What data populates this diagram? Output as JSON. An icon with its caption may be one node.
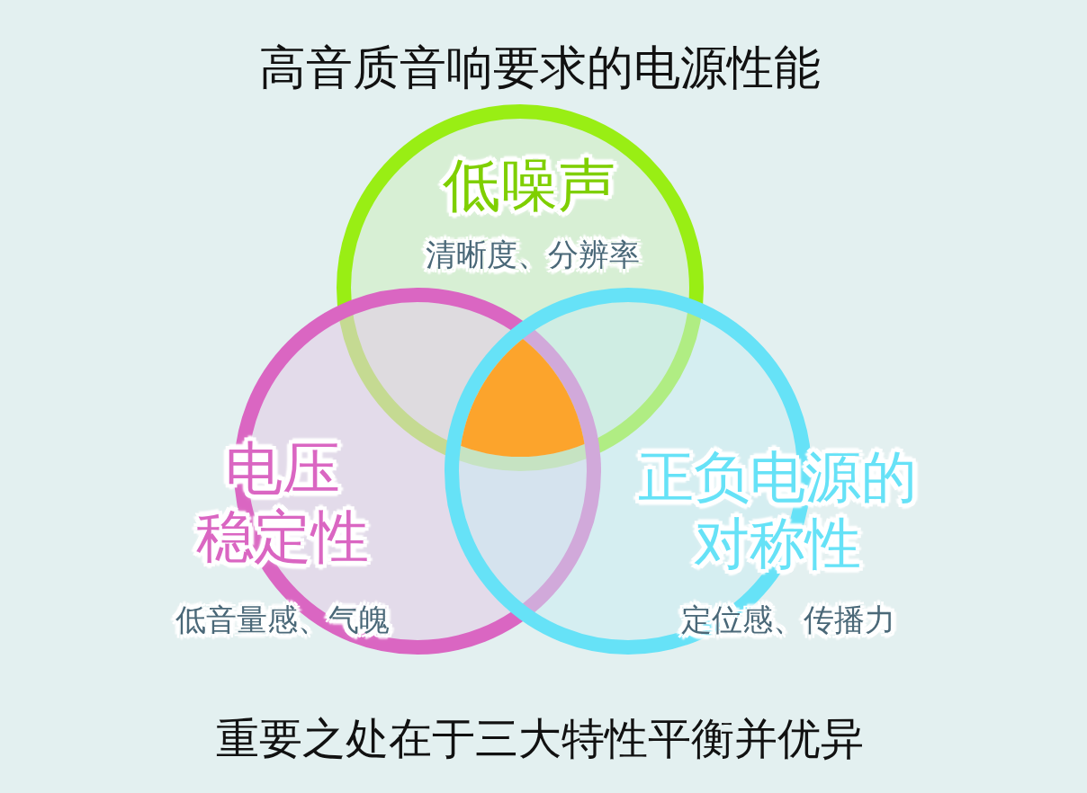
{
  "diagram": {
    "title": "高音质音响要求的电源性能",
    "caption": "重要之处在于三大特性平衡并优异",
    "nodes": [
      {
        "text": [
          "低噪声",
          "清晰度、分辨率"
        ]
      },
      {
        "text": [
          "电压稳定性",
          "低音量感、气魄"
        ]
      },
      {
        "text": [
          "正负电源的对称性",
          "定位感、传播力"
        ]
      }
    ]
  }
}
